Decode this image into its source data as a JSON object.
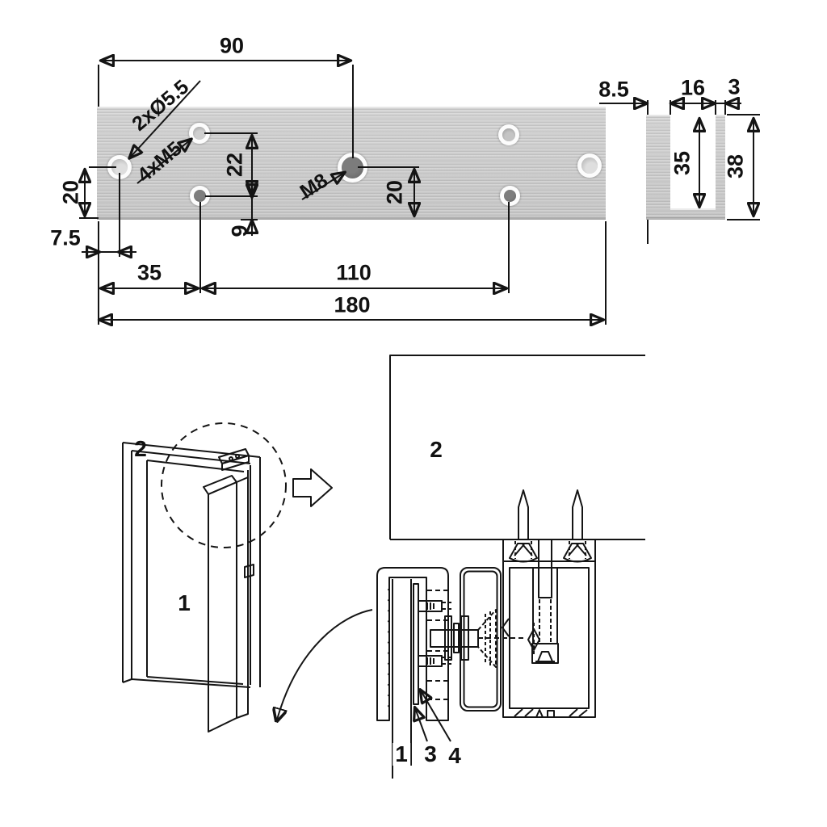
{
  "plan": {
    "d90": "90",
    "d20_left": "20",
    "d7_5": "7.5",
    "d35": "35",
    "d110": "110",
    "d180": "180",
    "d22": "22",
    "d9": "9",
    "d20_right": "20",
    "holes_through": "2xØ5.5",
    "holes_thread": "4xM5",
    "hole_center": "M8"
  },
  "profile": {
    "d8_5": "8.5",
    "d16": "16",
    "d3": "3",
    "d35": "35",
    "d38": "38"
  },
  "iso": {
    "frame": "2",
    "door": "1"
  },
  "section": {
    "frame": "2",
    "door": "1",
    "plate": "3",
    "gasket": "4"
  },
  "icons": {
    "direction_arrow": "block-arrow-right",
    "swing_arrow": "curved-arrow-down"
  },
  "colors": {
    "bracket_cyan": "#3ad6f0",
    "metal_light": "#d2d2d2",
    "metal_mid": "#c6c6c6",
    "hole_dark": "#6f6f6f",
    "line": "#141414"
  }
}
